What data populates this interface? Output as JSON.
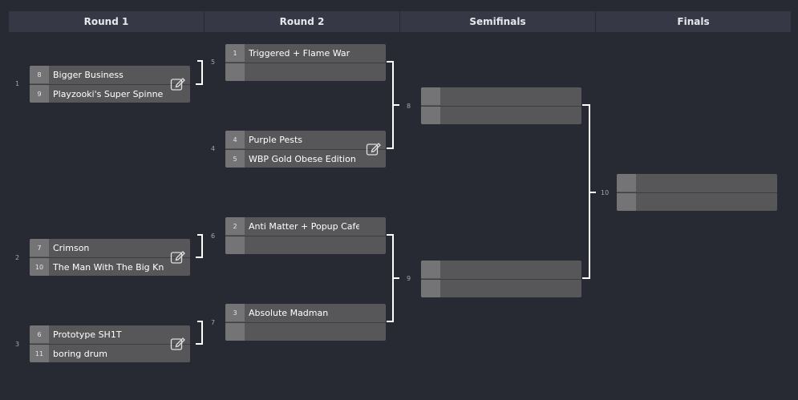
{
  "rounds": [
    "Round 1",
    "Round 2",
    "Semifinals",
    "Finals"
  ],
  "matches": [
    {
      "id": "r1m1",
      "num": "1",
      "top": {
        "seed": "8",
        "team": "Bigger Business"
      },
      "bottom": {
        "seed": "9",
        "team": "Playzooki's Super Spinner"
      }
    },
    {
      "id": "r1m2",
      "num": "2",
      "top": {
        "seed": "7",
        "team": "Crimson"
      },
      "bottom": {
        "seed": "10",
        "team": "The Man With The Big Knees"
      }
    },
    {
      "id": "r1m3",
      "num": "3",
      "top": {
        "seed": "6",
        "team": "Prototype SH1T"
      },
      "bottom": {
        "seed": "11",
        "team": "boring drum"
      }
    },
    {
      "id": "r2m1",
      "num": "5",
      "top": {
        "seed": "1",
        "team": "Triggered + Flame War"
      },
      "bottom": {
        "seed": "",
        "team": ""
      }
    },
    {
      "id": "r2m2",
      "num": "4",
      "top": {
        "seed": "4",
        "team": "Purple Pests"
      },
      "bottom": {
        "seed": "5",
        "team": "WBP Gold Obese Edition"
      }
    },
    {
      "id": "r2m3",
      "num": "6",
      "top": {
        "seed": "2",
        "team": "Anti Matter + Popup Cafe Irc"
      },
      "bottom": {
        "seed": "",
        "team": ""
      }
    },
    {
      "id": "r2m4",
      "num": "7",
      "top": {
        "seed": "3",
        "team": "Absolute Madman"
      },
      "bottom": {
        "seed": "",
        "team": ""
      }
    },
    {
      "id": "sf1",
      "num": "8",
      "top": {
        "seed": "",
        "team": ""
      },
      "bottom": {
        "seed": "",
        "team": ""
      }
    },
    {
      "id": "sf2",
      "num": "9",
      "top": {
        "seed": "",
        "team": ""
      },
      "bottom": {
        "seed": "",
        "team": ""
      }
    },
    {
      "id": "final",
      "num": "10",
      "top": {
        "seed": "",
        "team": ""
      },
      "bottom": {
        "seed": "",
        "team": ""
      }
    }
  ],
  "colors": {
    "background": "#272933",
    "header": "#363945",
    "match": "#575759",
    "seed": "#747477",
    "connector": "#ffffff"
  },
  "icons": {
    "edit": "edit-pencil-icon"
  }
}
